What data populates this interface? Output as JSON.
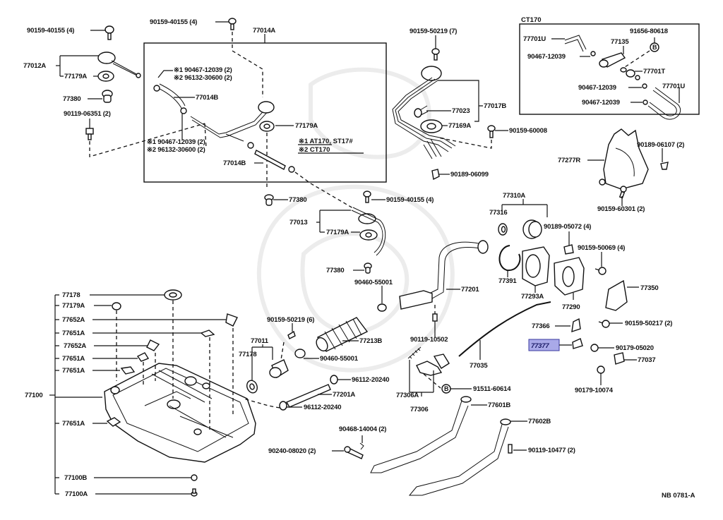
{
  "diagram": {
    "title": "Fuel Tank & Tube Parts Diagram",
    "figure_code": "NB 0781-A",
    "highlighted_part": "77377",
    "highlight_color": "#a9a9e8",
    "inset_box_label": "CT170",
    "inset_note": {
      "line1": "※1 AT170, ST17#",
      "line2": "※2 CT170"
    },
    "callout_marker": "B",
    "labels": [
      {
        "id": "l01",
        "text": "90159-40155 (4)"
      },
      {
        "id": "l02",
        "text": "77012A"
      },
      {
        "id": "l03",
        "text": "77179A"
      },
      {
        "id": "l04",
        "text": "77380"
      },
      {
        "id": "l05",
        "text": "90119-06351 (2)"
      },
      {
        "id": "l06",
        "text": "90159-40155 (4)"
      },
      {
        "id": "l07",
        "text": "77014A"
      },
      {
        "id": "l08",
        "text": "※1 90467-12039 (2)"
      },
      {
        "id": "l09",
        "text": "※2 96132-30600 (2)"
      },
      {
        "id": "l10",
        "text": "77014B"
      },
      {
        "id": "l11",
        "text": "77179A"
      },
      {
        "id": "l12",
        "text": "※1 90467-12039 (2)"
      },
      {
        "id": "l13",
        "text": "※2 96132-30600 (2)"
      },
      {
        "id": "l14",
        "text": "77014B"
      },
      {
        "id": "l15",
        "text": "90159-50219 (7)"
      },
      {
        "id": "l16",
        "text": "77017B"
      },
      {
        "id": "l17",
        "text": "77023"
      },
      {
        "id": "l18",
        "text": "77169A"
      },
      {
        "id": "l19",
        "text": "90159-60008"
      },
      {
        "id": "l20",
        "text": "90189-06099"
      },
      {
        "id": "l21",
        "text": "77701U"
      },
      {
        "id": "l22",
        "text": "91656-80618"
      },
      {
        "id": "l23",
        "text": "77135"
      },
      {
        "id": "l24",
        "text": "90467-12039"
      },
      {
        "id": "l25",
        "text": "77701T"
      },
      {
        "id": "l26",
        "text": "90467-12039"
      },
      {
        "id": "l27",
        "text": "77701U"
      },
      {
        "id": "l28",
        "text": "90467-12039"
      },
      {
        "id": "l29",
        "text": "77277R"
      },
      {
        "id": "l30",
        "text": "90189-06107 (2)"
      },
      {
        "id": "l31",
        "text": "90159-60301 (2)"
      },
      {
        "id": "l32",
        "text": "77380"
      },
      {
        "id": "l33",
        "text": "90159-40155 (4)"
      },
      {
        "id": "l34",
        "text": "77013"
      },
      {
        "id": "l35",
        "text": "77179A"
      },
      {
        "id": "l36",
        "text": "77380"
      },
      {
        "id": "l37",
        "text": "90460-55001"
      },
      {
        "id": "l38",
        "text": "77310A"
      },
      {
        "id": "l39",
        "text": "77316"
      },
      {
        "id": "l40",
        "text": "90189-05072 (4)"
      },
      {
        "id": "l41",
        "text": "90159-50069 (4)"
      },
      {
        "id": "l42",
        "text": "77391"
      },
      {
        "id": "l43",
        "text": "77201"
      },
      {
        "id": "l44",
        "text": "77293A"
      },
      {
        "id": "l45",
        "text": "77290"
      },
      {
        "id": "l46",
        "text": "77350"
      },
      {
        "id": "l47",
        "text": "77178"
      },
      {
        "id": "l48",
        "text": "77179A"
      },
      {
        "id": "l49",
        "text": "77652A"
      },
      {
        "id": "l50",
        "text": "77651A"
      },
      {
        "id": "l51",
        "text": "77652A"
      },
      {
        "id": "l52",
        "text": "77651A"
      },
      {
        "id": "l53",
        "text": "77651A"
      },
      {
        "id": "l54",
        "text": "77100"
      },
      {
        "id": "l55",
        "text": "77651A"
      },
      {
        "id": "l56",
        "text": "77100B"
      },
      {
        "id": "l57",
        "text": "77100A"
      },
      {
        "id": "l58",
        "text": "90159-50219 (6)"
      },
      {
        "id": "l59",
        "text": "77011"
      },
      {
        "id": "l60",
        "text": "77178"
      },
      {
        "id": "l61",
        "text": "77213B"
      },
      {
        "id": "l62",
        "text": "90460-55001"
      },
      {
        "id": "l63",
        "text": "96112-20240"
      },
      {
        "id": "l64",
        "text": "77201A"
      },
      {
        "id": "l65",
        "text": "96112-20240"
      },
      {
        "id": "l66",
        "text": "90119-10502"
      },
      {
        "id": "l67",
        "text": "77035"
      },
      {
        "id": "l68",
        "text": "77306A"
      },
      {
        "id": "l69",
        "text": "77306"
      },
      {
        "id": "l70",
        "text": "91511-60614"
      },
      {
        "id": "l71",
        "text": "77366"
      },
      {
        "id": "l72",
        "text": "90159-50217 (2)"
      },
      {
        "id": "l73",
        "text": "77377"
      },
      {
        "id": "l74",
        "text": "90179-05020"
      },
      {
        "id": "l75",
        "text": "77037"
      },
      {
        "id": "l76",
        "text": "90179-10074"
      },
      {
        "id": "l77",
        "text": "77601B"
      },
      {
        "id": "l78",
        "text": "77602B"
      },
      {
        "id": "l79",
        "text": "90468-14004 (2)"
      },
      {
        "id": "l80",
        "text": "90240-08020 (2)"
      },
      {
        "id": "l81",
        "text": "90119-10477 (2)"
      }
    ]
  }
}
